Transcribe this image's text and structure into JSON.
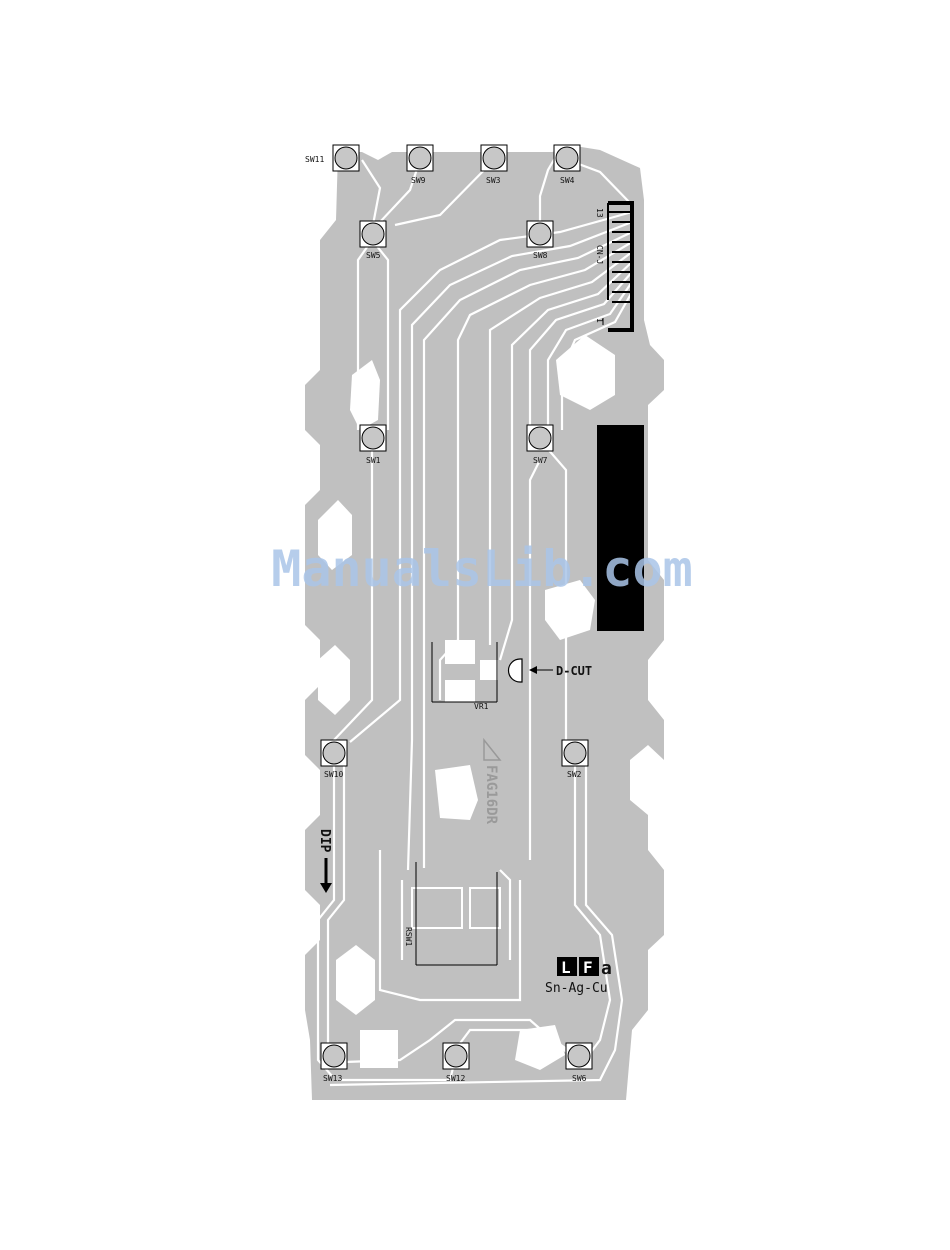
{
  "switches": [
    {
      "id": "sw11",
      "label": "SW11"
    },
    {
      "id": "sw9",
      "label": "SW9"
    },
    {
      "id": "sw3",
      "label": "SW3"
    },
    {
      "id": "sw4",
      "label": "SW4"
    },
    {
      "id": "sw5",
      "label": "SW5"
    },
    {
      "id": "sw8",
      "label": "SW8"
    },
    {
      "id": "sw1",
      "label": "SW1"
    },
    {
      "id": "sw7",
      "label": "SW7"
    },
    {
      "id": "sw10",
      "label": "SW10"
    },
    {
      "id": "sw2",
      "label": "SW2"
    },
    {
      "id": "sw13",
      "label": "SW13"
    },
    {
      "id": "sw12",
      "label": "SW12"
    },
    {
      "id": "sw6",
      "label": "SW6"
    }
  ],
  "connector": {
    "label": "CN-J",
    "pin_first": "13",
    "pin_last": "1"
  },
  "components": {
    "vr": "VR1",
    "rsw": "RSW1"
  },
  "annotations": {
    "dcut": "D-CUT",
    "dip": "DIP",
    "part_number": "FAG16DR",
    "lf_l": "L",
    "lf_f": "F",
    "lf_a": "a",
    "alloy": "Sn-Ag-Cu"
  },
  "watermark": "ManualsLib.com",
  "colors": {
    "board": "#c0c0c0",
    "copper_black": "#000000",
    "watermark": "#a9c4e8"
  }
}
